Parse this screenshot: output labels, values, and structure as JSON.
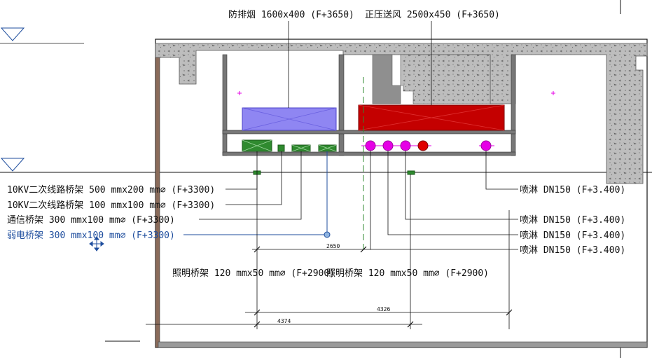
{
  "colors": {
    "concrete": "#bdbdbd",
    "concrete_dark": "#8f8f8f",
    "smoke_duct": "#8f86f2",
    "air_duct": "#c40000",
    "tray": "#2f8a2f",
    "sprinkler": "#e600e6",
    "sprinkler_alt": "#e00000",
    "selected": "#1f4e9e",
    "line": "#111111"
  },
  "duct_labels": {
    "smoke": "防排烟 1600x400 (F+3650)",
    "air": "正压送风 2500x450 (F+3650)"
  },
  "tray_labels": [
    "10KV二次线路桥架 500 mmx200 mm⌀ (F+3300)",
    "10KV二次线路桥架 100 mmx100 mm⌀ (F+3300)",
    "通信桥架 300 mmx100 mm⌀ (F+3300)",
    "弱电桥架 300 mmx100 mm⌀ (F+3300)"
  ],
  "sprinkler_labels": [
    "喷淋 DN150 (F+3.400)",
    "喷淋 DN150 (F+3.400)",
    "喷淋 DN150 (F+3.400)",
    "喷淋 DN150 (F+3.400)"
  ],
  "light_labels": [
    "照明桥架 120 mmx50 mm⌀ (F+2900)",
    "照明桥架 120 mmx50 mm⌀ (F+2900)"
  ],
  "dimensions": {
    "d1": "2650",
    "d2": "4326",
    "d3": "4374"
  }
}
